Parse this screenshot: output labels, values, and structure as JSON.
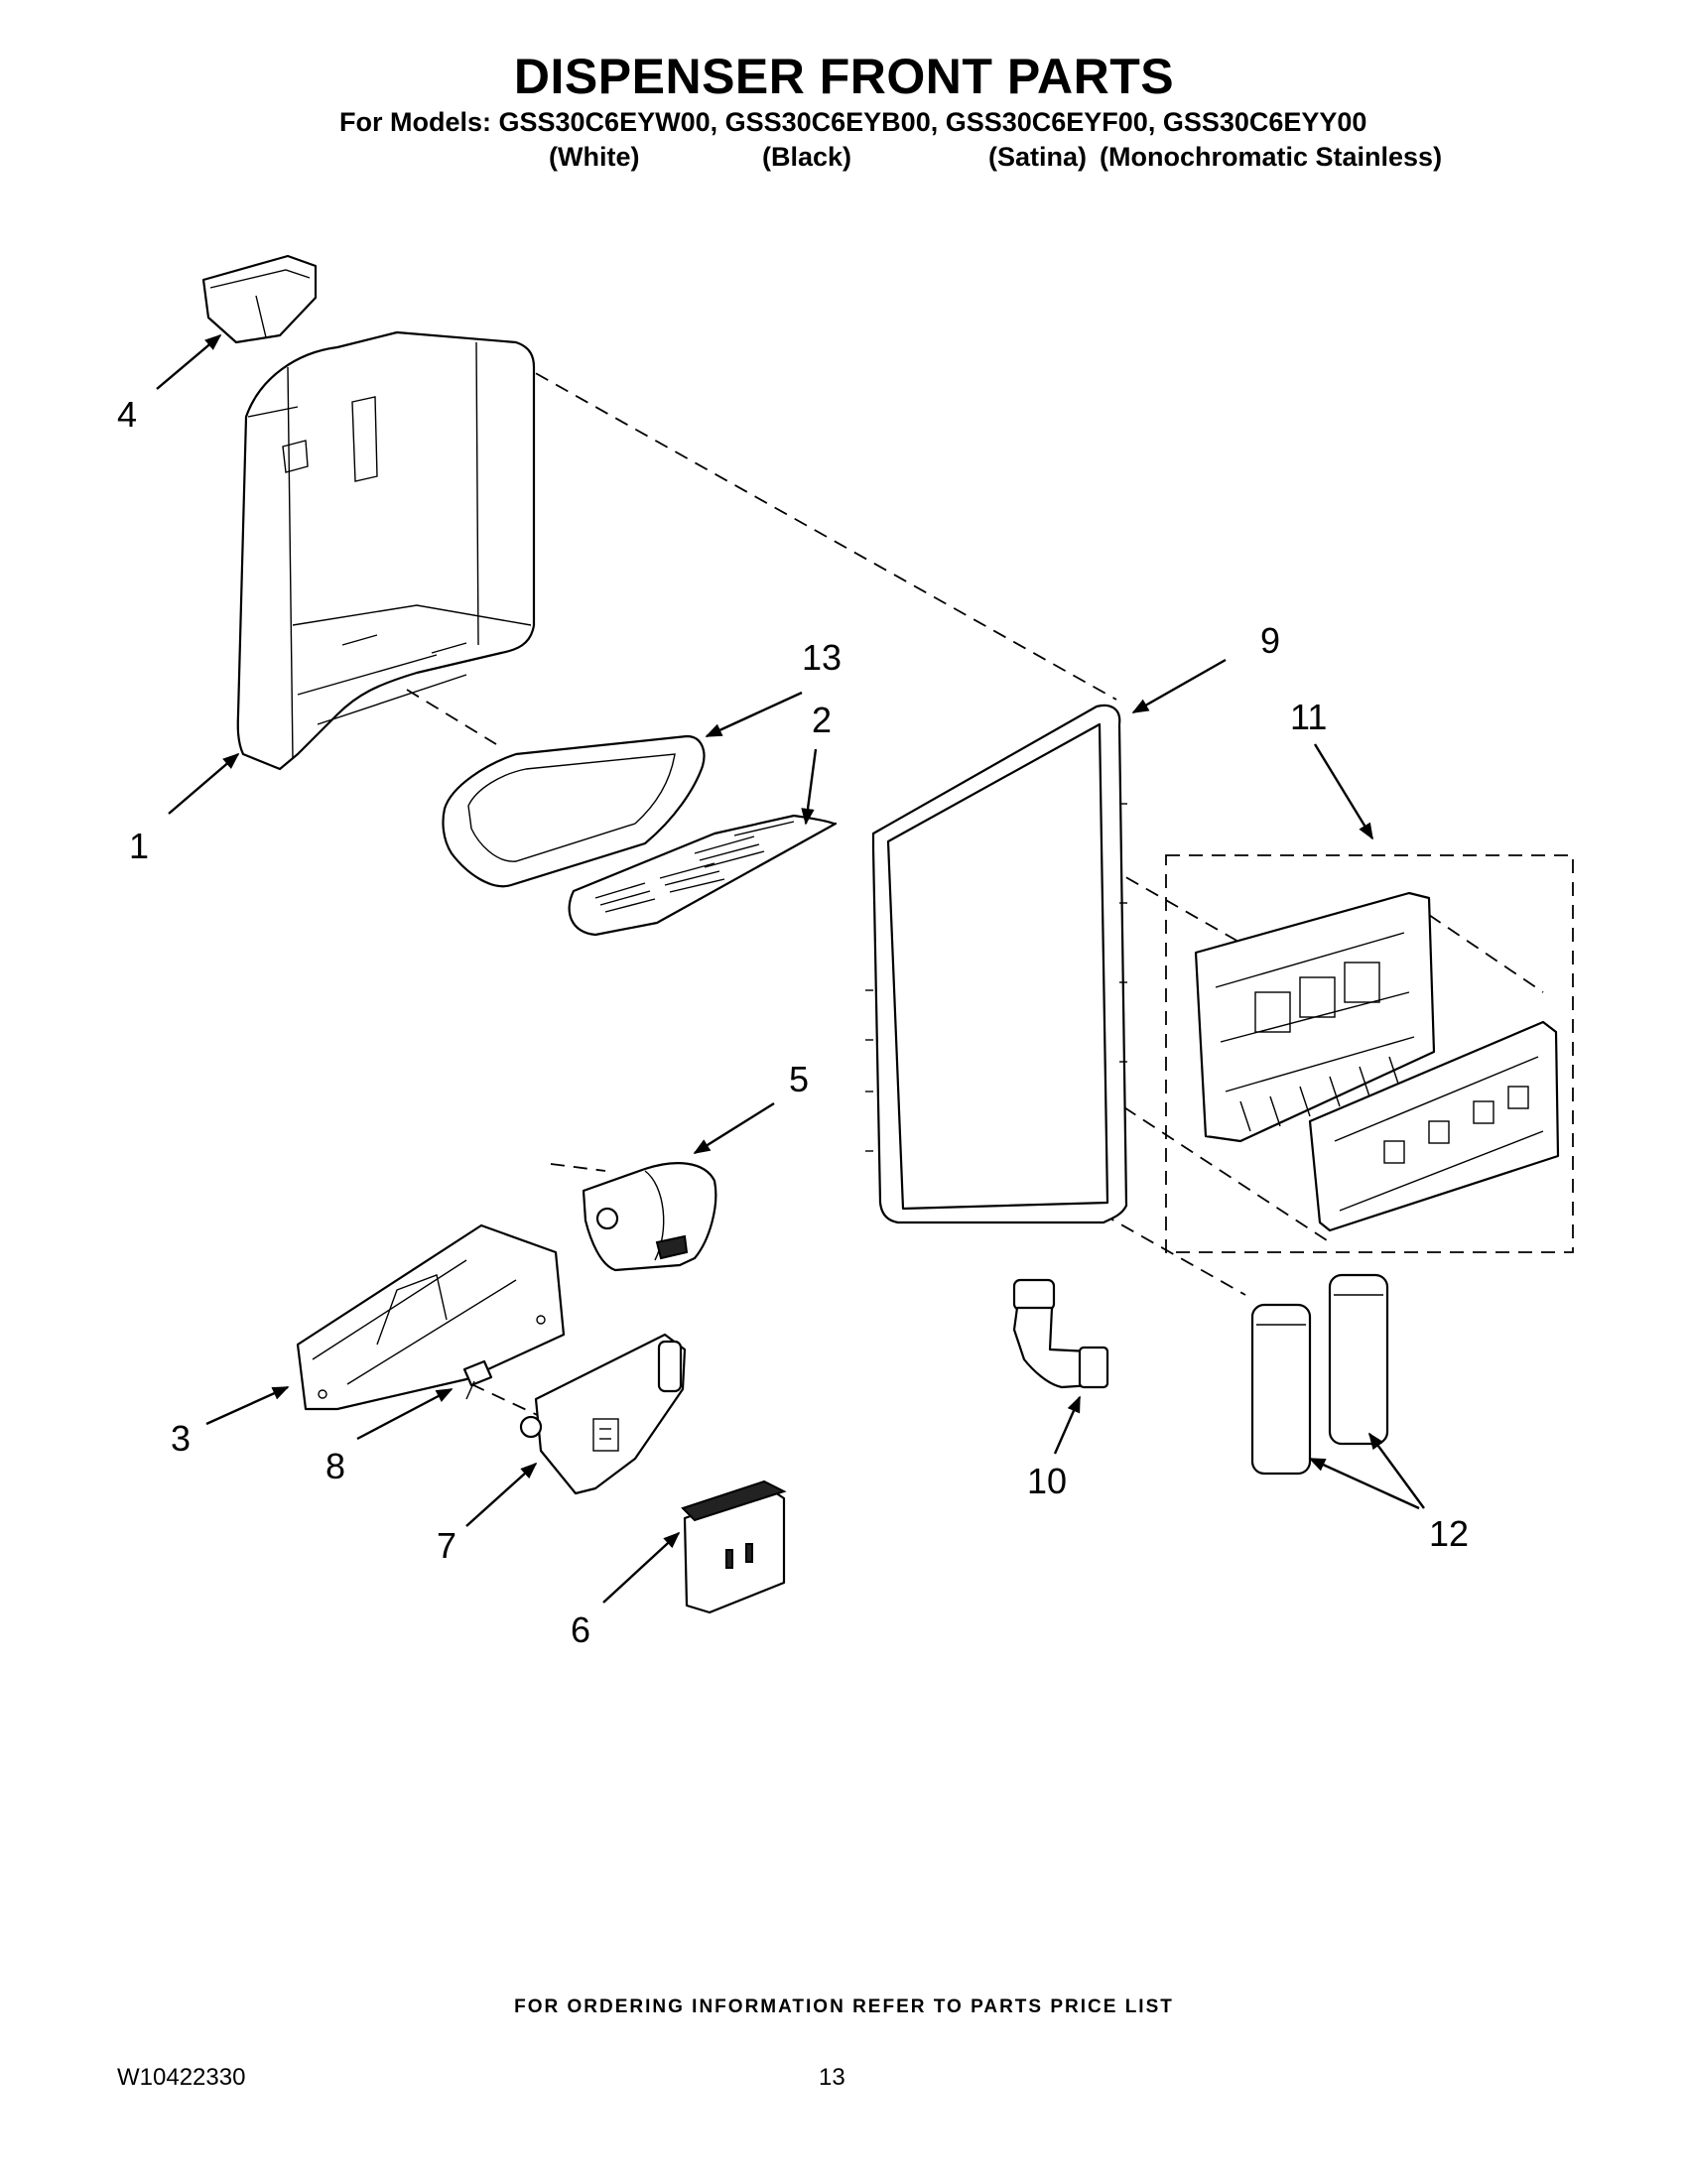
{
  "header": {
    "title": "DISPENSER FRONT PARTS",
    "models_line": "For Models: GSS30C6EYW00, GSS30C6EYB00, GSS30C6EYF00, GSS30C6EYY00",
    "variants": [
      "(White)",
      "(Black)",
      "(Satina)",
      "(Monochromatic Stainless)"
    ]
  },
  "callouts": {
    "c1": "1",
    "c2": "2",
    "c3": "3",
    "c4": "4",
    "c5": "5",
    "c6": "6",
    "c7": "7",
    "c8": "8",
    "c9": "9",
    "c10": "10",
    "c11": "11",
    "c12": "12",
    "c13": "13"
  },
  "footer": {
    "note": "FOR ORDERING INFORMATION REFER TO PARTS PRICE LIST",
    "doc_id": "W10422330",
    "page": "13"
  }
}
